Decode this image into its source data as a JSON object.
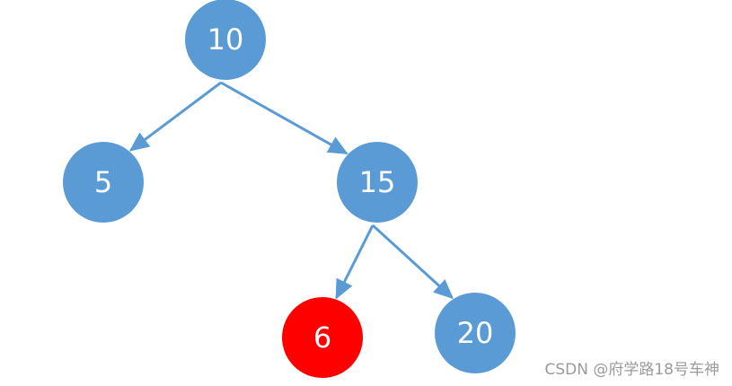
{
  "tree": {
    "nodes": [
      {
        "id": "n10",
        "label": "10",
        "color": "#5b9bd5"
      },
      {
        "id": "n5",
        "label": "5",
        "color": "#5b9bd5"
      },
      {
        "id": "n15",
        "label": "15",
        "color": "#5b9bd5"
      },
      {
        "id": "n6",
        "label": "6",
        "color": "#ff0000"
      },
      {
        "id": "n20",
        "label": "20",
        "color": "#5b9bd5"
      }
    ],
    "edges": [
      {
        "from": "n10",
        "to": "n5"
      },
      {
        "from": "n10",
        "to": "n15"
      },
      {
        "from": "n15",
        "to": "n6"
      },
      {
        "from": "n15",
        "to": "n20"
      }
    ],
    "edge_color": "#5b9bd5",
    "label_color": "#ffffff"
  },
  "watermark": {
    "text": "CSDN @府学路18号车神"
  }
}
